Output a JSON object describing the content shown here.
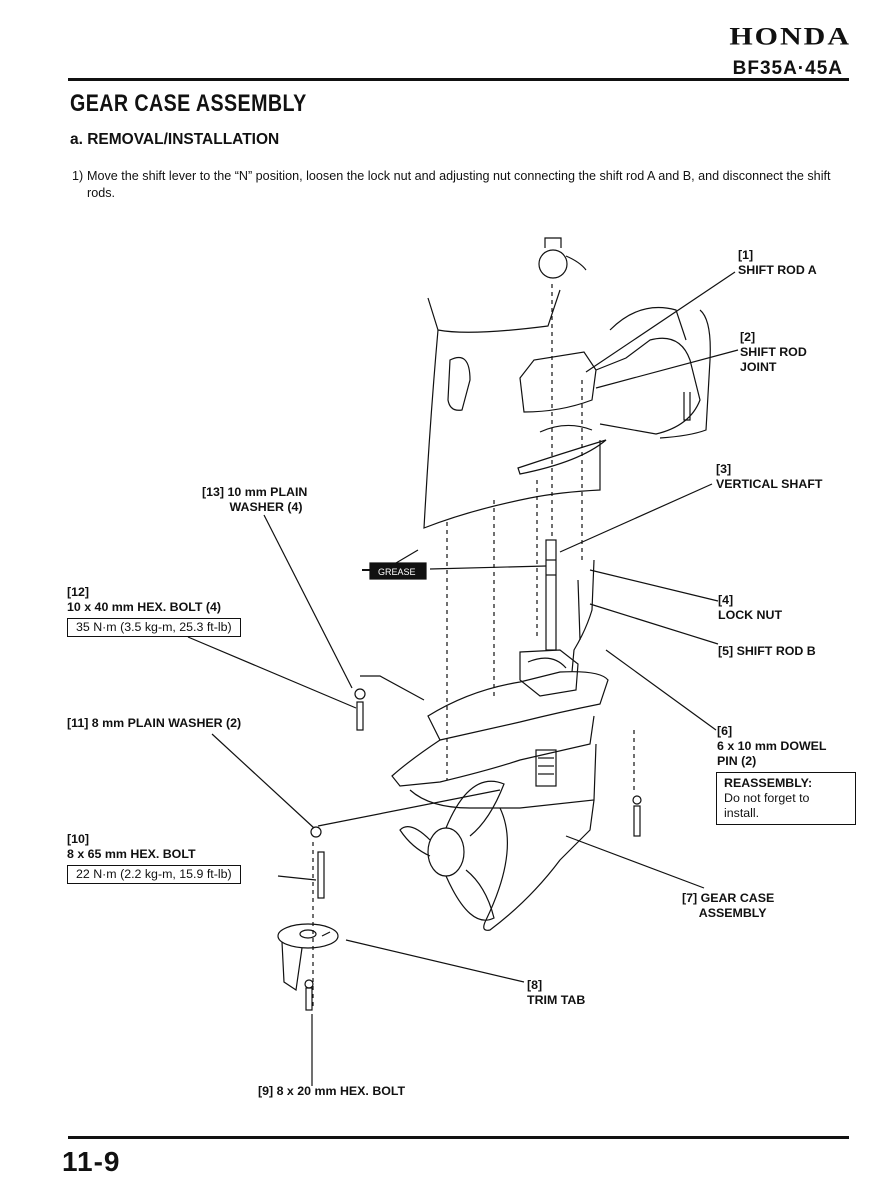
{
  "header": {
    "brand": "HONDA",
    "model": "BF35A·45A"
  },
  "page_title": "GEAR CASE ASSEMBLY",
  "section_title": "a. REMOVAL/INSTALLATION",
  "step": {
    "number": "1)",
    "text": "Move the shift lever to the “N” position, loosen the lock nut and adjusting nut connecting the shift rod A and B, and disconnect the shift rods."
  },
  "diagram": {
    "grease_label": "GREASE",
    "labels": {
      "l1": "[1]\nSHIFT ROD A",
      "l2": "[2]\nSHIFT ROD\nJOINT",
      "l3": "[3]\nVERTICAL SHAFT",
      "l4": "[4]\nLOCK NUT",
      "l5": "[5] SHIFT ROD B",
      "l6": "[6]\n6 x 10 mm DOWEL\nPIN (2)",
      "l7": "[7] GEAR CASE\n     ASSEMBLY",
      "l8": "[8]\nTRIM TAB",
      "l9": "[9] 8 x 20 mm HEX. BOLT",
      "l10": "[10]\n8 x 65 mm HEX. BOLT",
      "l10_torque": "22 N·m (2.2 kg-m, 15.9 ft-lb)",
      "l11": "[11] 8 mm PLAIN WASHER (2)",
      "l12": "[12]\n10 x 40 mm HEX. BOLT (4)",
      "l12_torque": "35 N·m (3.5 kg-m, 25.3 ft-lb)",
      "l13": "[13] 10 mm PLAIN\n        WASHER (4)"
    },
    "reassembly": {
      "heading": "REASSEMBLY:",
      "text": "Do not forget to\ninstall."
    }
  },
  "footer": {
    "page_number": "11-9"
  }
}
